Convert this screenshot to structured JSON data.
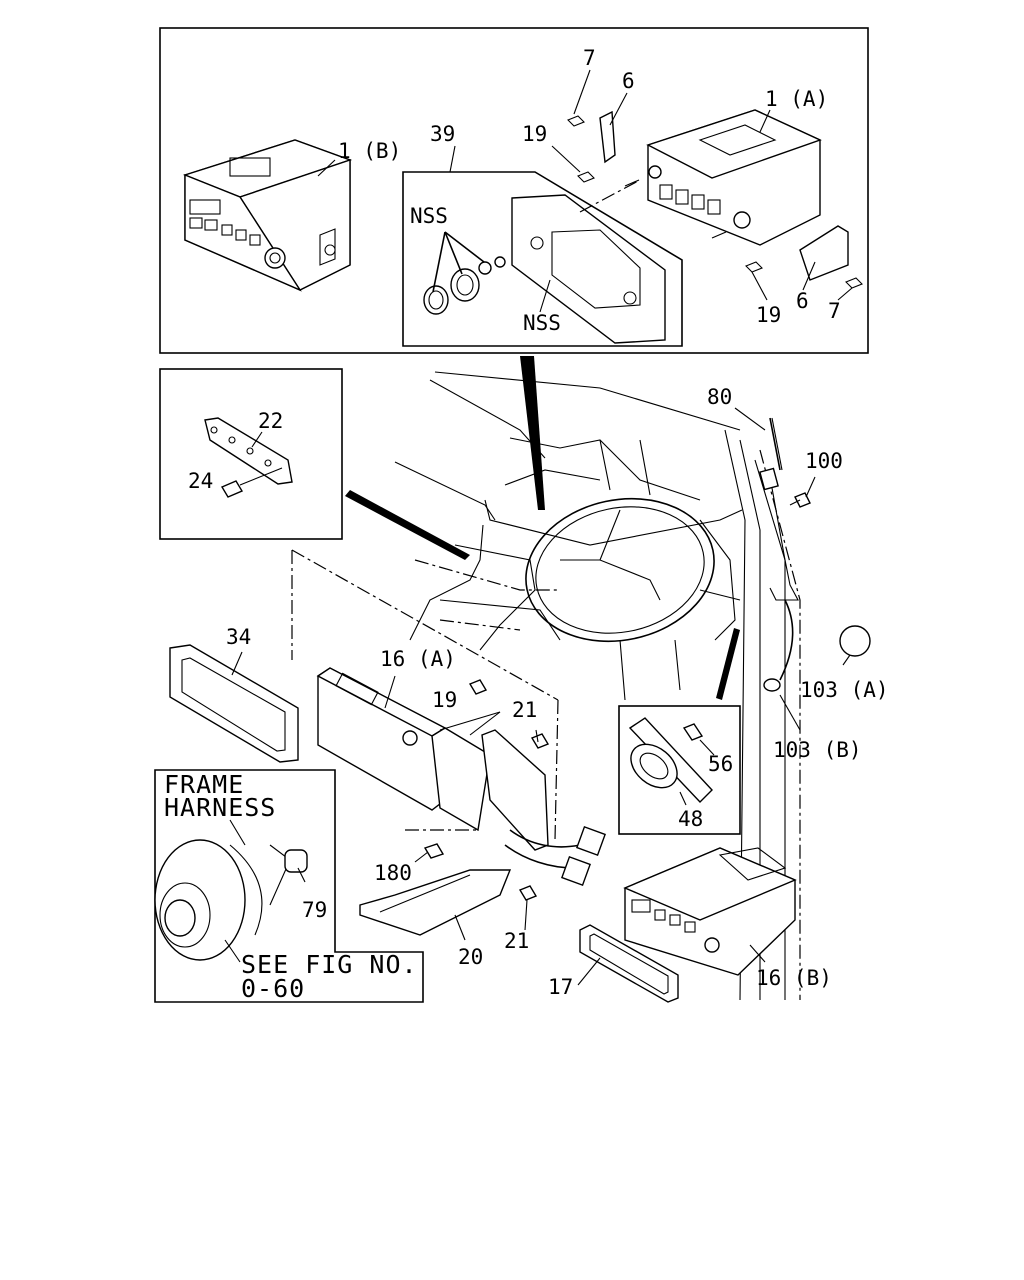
{
  "callouts": {
    "part_7_top": "7",
    "part_6_top": "6",
    "part_1a": "1 (A)",
    "part_19_top": "19",
    "part_39": "39",
    "part_1b": "1 (B)",
    "nss_knobs": "NSS",
    "nss_plate": "NSS",
    "part_19_bottom": "19",
    "part_6_bottom": "6",
    "part_7_bottom": "7",
    "part_22": "22",
    "part_24": "24",
    "part_80": "80",
    "part_100": "100",
    "part_34": "34",
    "part_16a": "16 (A)",
    "part_19_mid": "19",
    "part_21_top": "21",
    "part_103a": "103 (A)",
    "part_103b": "103 (B)",
    "part_56": "56",
    "part_48": "48",
    "part_180": "180",
    "part_79": "79",
    "part_20": "20",
    "part_21_bottom": "21",
    "part_17": "17",
    "part_16b": "16 (B)"
  },
  "harness_inset": {
    "line1": "FRAME",
    "line2": "HARNESS",
    "ref_line1": "SEE FIG NO.",
    "ref_line2": "0-60"
  }
}
